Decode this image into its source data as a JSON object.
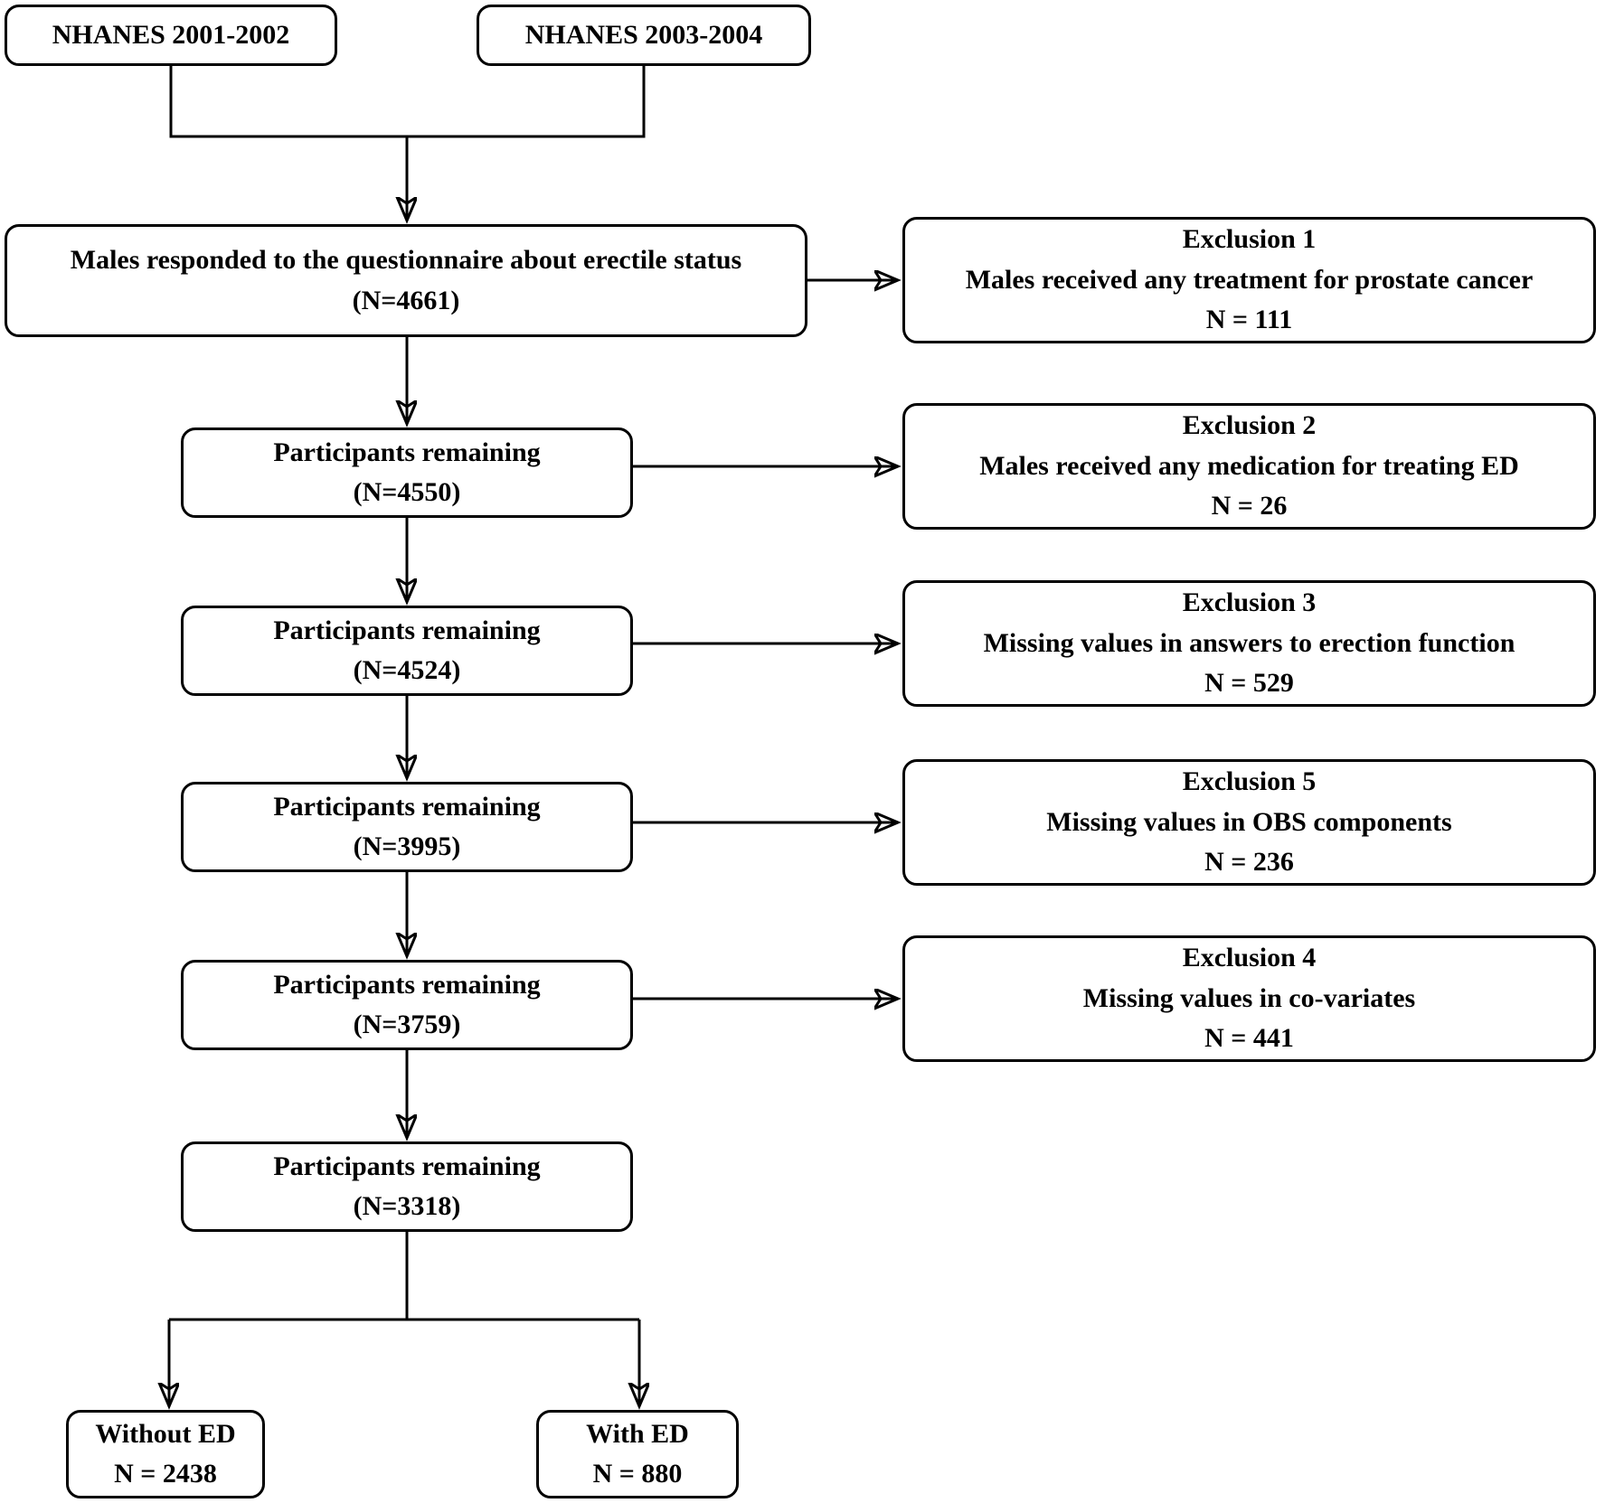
{
  "figure": {
    "sources": [
      {
        "label": "NHANES 2001-2002"
      },
      {
        "label": "NHANES 2003-2004"
      }
    ],
    "steps": [
      {
        "title": "Males responded to the questionnaire about erectile status",
        "n": "(N=4661)"
      },
      {
        "title": "Participants remaining",
        "n": "(N=4550)"
      },
      {
        "title": "Participants remaining",
        "n": "(N=4524)"
      },
      {
        "title": "Participants remaining",
        "n": "(N=3995)"
      },
      {
        "title": "Participants remaining",
        "n": "(N=3759)"
      },
      {
        "title": "Participants remaining",
        "n": "(N=3318)"
      }
    ],
    "exclusions": [
      {
        "title": "Exclusion 1",
        "reason": "Males received any treatment for prostate cancer",
        "n": "N = 111"
      },
      {
        "title": "Exclusion 2",
        "reason": "Males received any medication for treating ED",
        "n": "N = 26"
      },
      {
        "title": "Exclusion 3",
        "reason": "Missing values in answers to erection function",
        "n": "N = 529"
      },
      {
        "title": "Exclusion 5",
        "reason": "Missing values in OBS components",
        "n": "N = 236"
      },
      {
        "title": "Exclusion 4",
        "reason": "Missing values in co-variates",
        "n": "N = 441"
      }
    ],
    "outcomes": [
      {
        "label": "Without ED",
        "n": "N = 2438"
      },
      {
        "label": "With ED",
        "n": "N = 880"
      }
    ],
    "colors": {
      "stroke": "#000000",
      "background": "#ffffff"
    }
  }
}
